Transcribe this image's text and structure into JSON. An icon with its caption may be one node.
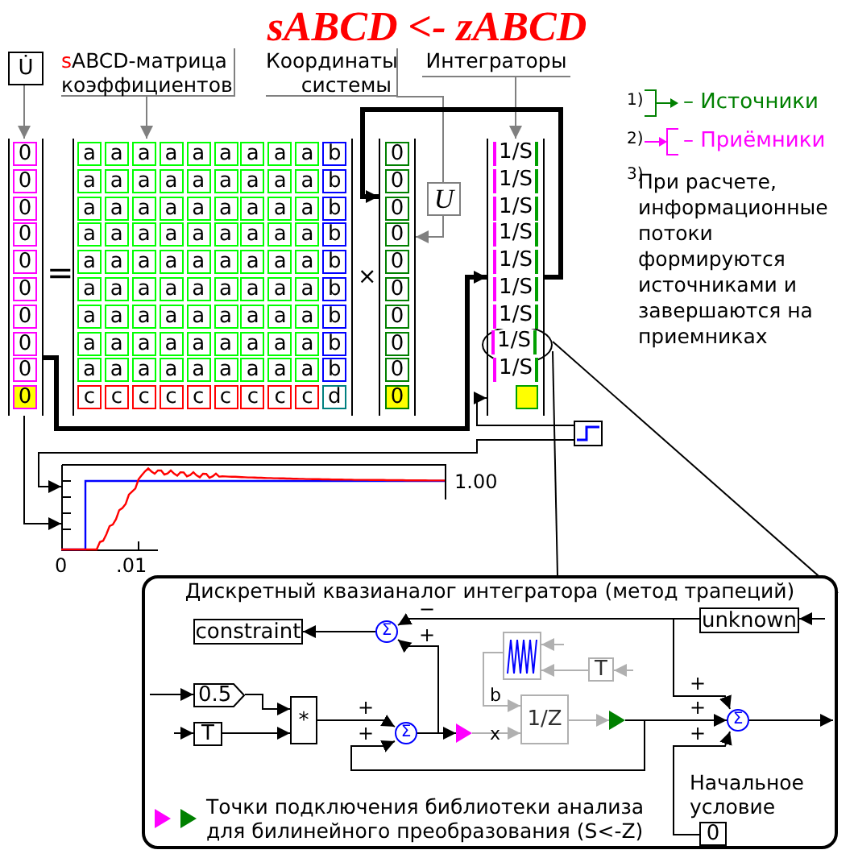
{
  "diagram": {
    "title": "sABCD <- zABCD",
    "nodes": [
      {
        "text": [
          "U̇"
        ]
      },
      {
        "text": [
          "sABCD-матрица коэффициентов"
        ]
      },
      {
        "text": [
          "Координаты системы"
        ]
      },
      {
        "text": [
          "Интеграторы"
        ]
      },
      {
        "text": [],
        "shape": "bar"
      },
      {
        "text": [],
        "shape": "box"
      },
      {
        "text": [],
        "shape": "bar"
      },
      {
        "text": [
          "U"
        ]
      },
      {
        "text": [],
        "shape": "bar"
      },
      {
        "text": [],
        "shape": "box"
      },
      {
        "text": [],
        "shape": "box"
      },
      {
        "text": [
          "1/S"
        ]
      },
      {
        "text": [
          "Дискретный квазианалог интегратора (метод трапеций)"
        ]
      },
      {
        "text": [
          "constraint"
        ],
        "in": 12
      },
      {
        "text": [
          "Σ"
        ],
        "in": 12
      },
      {
        "text": [
          "unknown"
        ],
        "in": 12
      },
      {
        "text": [
          "0.5"
        ],
        "in": 12
      },
      {
        "text": [
          "T"
        ],
        "in": 12
      },
      {
        "text": [
          "*"
        ],
        "in": 12
      },
      {
        "text": [
          "Σ"
        ],
        "in": 12
      },
      {
        "text": [],
        "shape": "triangle",
        "in": 12
      },
      {
        "text": [],
        "shape": "box",
        "in": 12
      },
      {
        "text": [
          "T"
        ],
        "in": 12
      },
      {
        "text": [
          "1/Z"
        ],
        "in": 12
      },
      {
        "text": [],
        "shape": "triangle",
        "in": 12
      },
      {
        "text": [
          "Σ"
        ],
        "in": 12
      },
      {
        "text": [
          "0"
        ],
        "beside": [
          "Начальное условие"
        ],
        "in": 12
      }
    ],
    "edges": [
      {
        "from": 0,
        "to": 4,
        "arrow": "to",
        "color": "#808080"
      },
      {
        "from": 1,
        "to": 5,
        "arrow": "to",
        "color": "#808080"
      },
      {
        "from": 2,
        "to": 7,
        "arrow": "none",
        "color": "#808080"
      },
      {
        "from": 7,
        "to": 6,
        "arrow": "to",
        "color": "#808080"
      },
      {
        "from": 3,
        "to": 8,
        "arrow": "to",
        "color": "#808080"
      },
      {
        "from": 8,
        "to": 6,
        "arrow": "to",
        "style": "thick"
      },
      {
        "from": 4,
        "to": 8,
        "arrow": "to",
        "style": "thick"
      },
      {
        "from": 9,
        "to": 8,
        "arrow": "to"
      },
      {
        "from": 9,
        "to": 10,
        "arrow": "to"
      },
      {
        "from": 4,
        "to": 10,
        "arrow": "to"
      },
      {
        "from": 11,
        "to": 12,
        "arrow": "none"
      },
      {
        "from": 11,
        "to": 12,
        "arrow": "none"
      },
      {
        "from": 15,
        "to": 14,
        "arrow": "to"
      },
      {
        "from": 14,
        "to": 13,
        "arrow": "to"
      },
      {
        "from": 19,
        "to": 14,
        "arrow": "to"
      },
      {
        "from": null,
        "to": 15,
        "arrow": "to"
      },
      {
        "from": null,
        "to": 16,
        "arrow": "to"
      },
      {
        "from": null,
        "to": 17,
        "arrow": "to"
      },
      {
        "from": 16,
        "to": 18,
        "arrow": "to"
      },
      {
        "from": 17,
        "to": 18,
        "arrow": "to"
      },
      {
        "from": 18,
        "to": 19,
        "arrow": "to"
      },
      {
        "from": 24,
        "to": 19,
        "arrow": "to"
      },
      {
        "from": 19,
        "to": 20,
        "arrow": "to"
      },
      {
        "from": 20,
        "to": 23,
        "arrow": "to",
        "color": "#b0b0b0"
      },
      {
        "from": 21,
        "to": 23,
        "arrow": "to",
        "color": "#b0b0b0"
      },
      {
        "from": 22,
        "to": 21,
        "arrow": "to",
        "color": "#b0b0b0"
      },
      {
        "from": null,
        "to": 22,
        "arrow": "to",
        "color": "#b0b0b0"
      },
      {
        "from": null,
        "to": 21,
        "arrow": "to",
        "color": "#b0b0b0"
      },
      {
        "from": 23,
        "to": 24,
        "arrow": "to",
        "color": "#b0b0b0"
      },
      {
        "from": 24,
        "to": 25,
        "arrow": "to"
      },
      {
        "from": 15,
        "to": 25,
        "arrow": "to"
      },
      {
        "from": 26,
        "to": 25,
        "arrow": "to"
      },
      {
        "from": 25,
        "to": null,
        "arrow": "to"
      }
    ],
    "labels": [
      "1)",
      "2)",
      "3)",
      "При расчете, информационные потоки формируются источниками и завершаются на приемниках",
      "=",
      "×",
      "0",
      "0",
      "0",
      "0",
      "0",
      "0",
      "0",
      "0",
      "0",
      "0",
      "a",
      "a",
      "a",
      "a",
      "a",
      "a",
      "a",
      "a",
      "a",
      "b",
      "a",
      "a",
      "a",
      "a",
      "a",
      "a",
      "a",
      "a",
      "a",
      "b",
      "a",
      "a",
      "a",
      "a",
      "a",
      "a",
      "a",
      "a",
      "a",
      "b",
      "a",
      "a",
      "a",
      "a",
      "a",
      "a",
      "a",
      "a",
      "a",
      "b",
      "a",
      "a",
      "a",
      "a",
      "a",
      "a",
      "a",
      "a",
      "a",
      "b",
      "a",
      "a",
      "a",
      "a",
      "a",
      "a",
      "a",
      "a",
      "a",
      "b",
      "a",
      "a",
      "a",
      "a",
      "a",
      "a",
      "a",
      "a",
      "a",
      "b",
      "a",
      "a",
      "a",
      "a",
      "a",
      "a",
      "a",
      "a",
      "a",
      "b",
      "a",
      "a",
      "a",
      "a",
      "a",
      "a",
      "a",
      "a",
      "a",
      "b",
      "c",
      "c",
      "c",
      "c",
      "c",
      "c",
      "c",
      "c",
      "c",
      "d",
      "0",
      "0",
      "0",
      "0",
      "0",
      "0",
      "0",
      "0",
      "0",
      "0",
      "1/S",
      "1/S",
      "1/S",
      "1/S",
      "1/S",
      "1/S",
      "1/S",
      "1/S",
      "1.00",
      "0",
      ".01",
      "−",
      "+",
      "+",
      "+",
      "b",
      "x",
      "+",
      "+",
      "+"
    ],
    "legend": [
      {
        "text": "– Источники"
      },
      {
        "text": "– Приёмники"
      },
      {
        "text": "Точки подключения библиотеки анализа для билинейного преобразования (S<-Z)"
      }
    ]
  }
}
